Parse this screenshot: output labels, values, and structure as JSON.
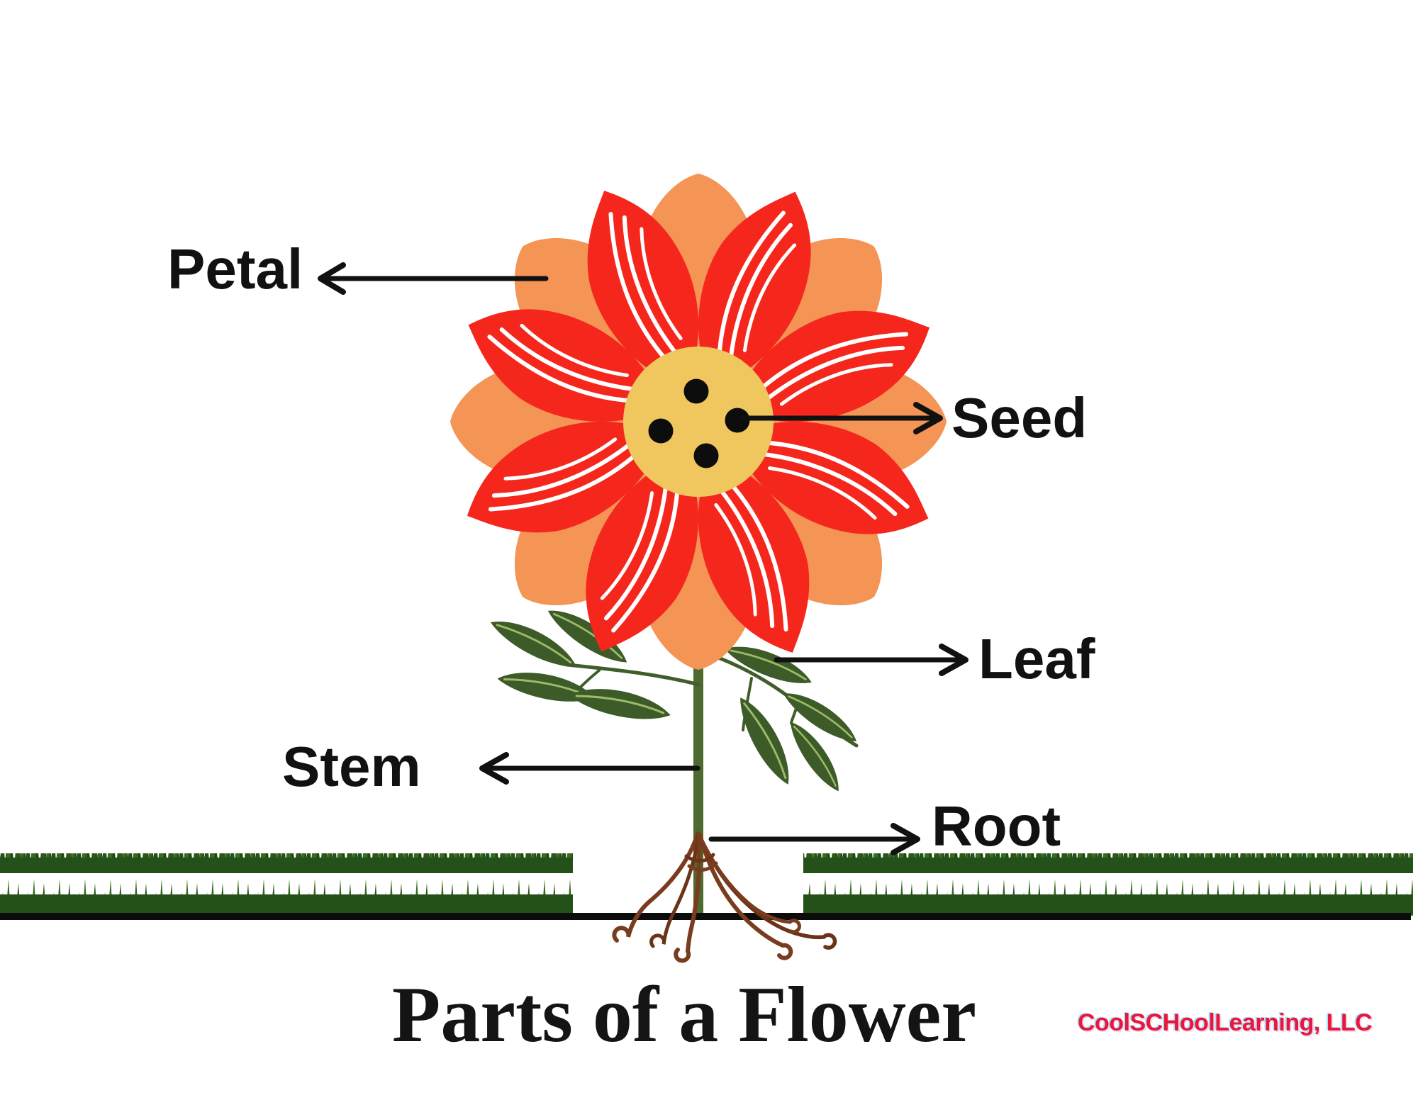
{
  "poster": {
    "title": "Parts of a Flower",
    "credit": "CoolSCHoolLearning, LLC"
  },
  "labels": {
    "petal": "Petal",
    "seed": "Seed",
    "leaf": "Leaf",
    "stem": "Stem",
    "root": "Root"
  },
  "diagram": {
    "type": "labeled-plant-diagram",
    "arrow_style": "open-chevron, arrowheads point toward the text labels",
    "seed_count": 4,
    "petal_layers": [
      "orange back layer",
      "red striped front layer"
    ]
  },
  "colors": {
    "petal_red": "#f5271d",
    "petal_orange": "#f49455",
    "flower_center_yellow": "#f0c75f",
    "seed_black": "#0d0d0d",
    "stem_green": "#4d6b2e",
    "leaf_green": "#3d5b28",
    "leaf_vein_green": "#9cba67",
    "grass_green": "#2c5719",
    "ground_black": "#0c0c0c",
    "root_brown": "#7a3c1e",
    "credit_red": "#e8173d",
    "label_black": "#111111"
  }
}
